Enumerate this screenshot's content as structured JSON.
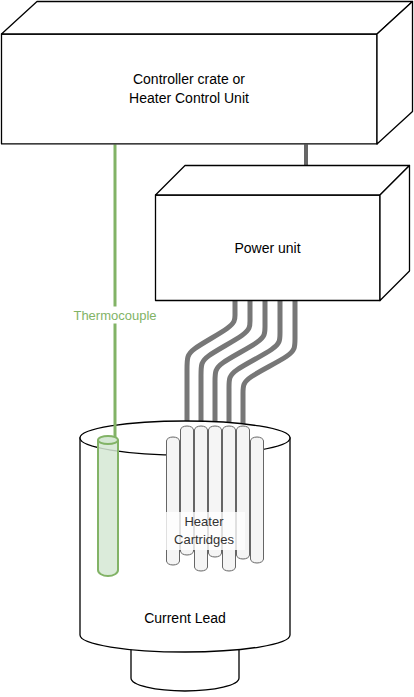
{
  "diagram": {
    "nodes": [
      {
        "text": [
          "Controller crate or Heater Control Unit"
        ]
      },
      {
        "text": [
          "Power unit"
        ]
      },
      {
        "text": [
          "Current Lead"
        ]
      },
      {
        "text": [
          "Heater Cartridges"
        ],
        "in": 2
      }
    ],
    "edges": [
      {
        "from": 0,
        "to": 1,
        "arrow": "none"
      },
      {
        "from": 0,
        "to": 2,
        "label": "Thermocouple",
        "arrow": "none"
      },
      {
        "from": 1,
        "to": 3,
        "arrow": "none"
      },
      {
        "from": 1,
        "to": 3,
        "arrow": "none"
      },
      {
        "from": 1,
        "to": 3,
        "arrow": "none"
      },
      {
        "from": 1,
        "to": 3,
        "arrow": "none"
      },
      {
        "from": 1,
        "to": 3,
        "arrow": "none"
      }
    ]
  }
}
